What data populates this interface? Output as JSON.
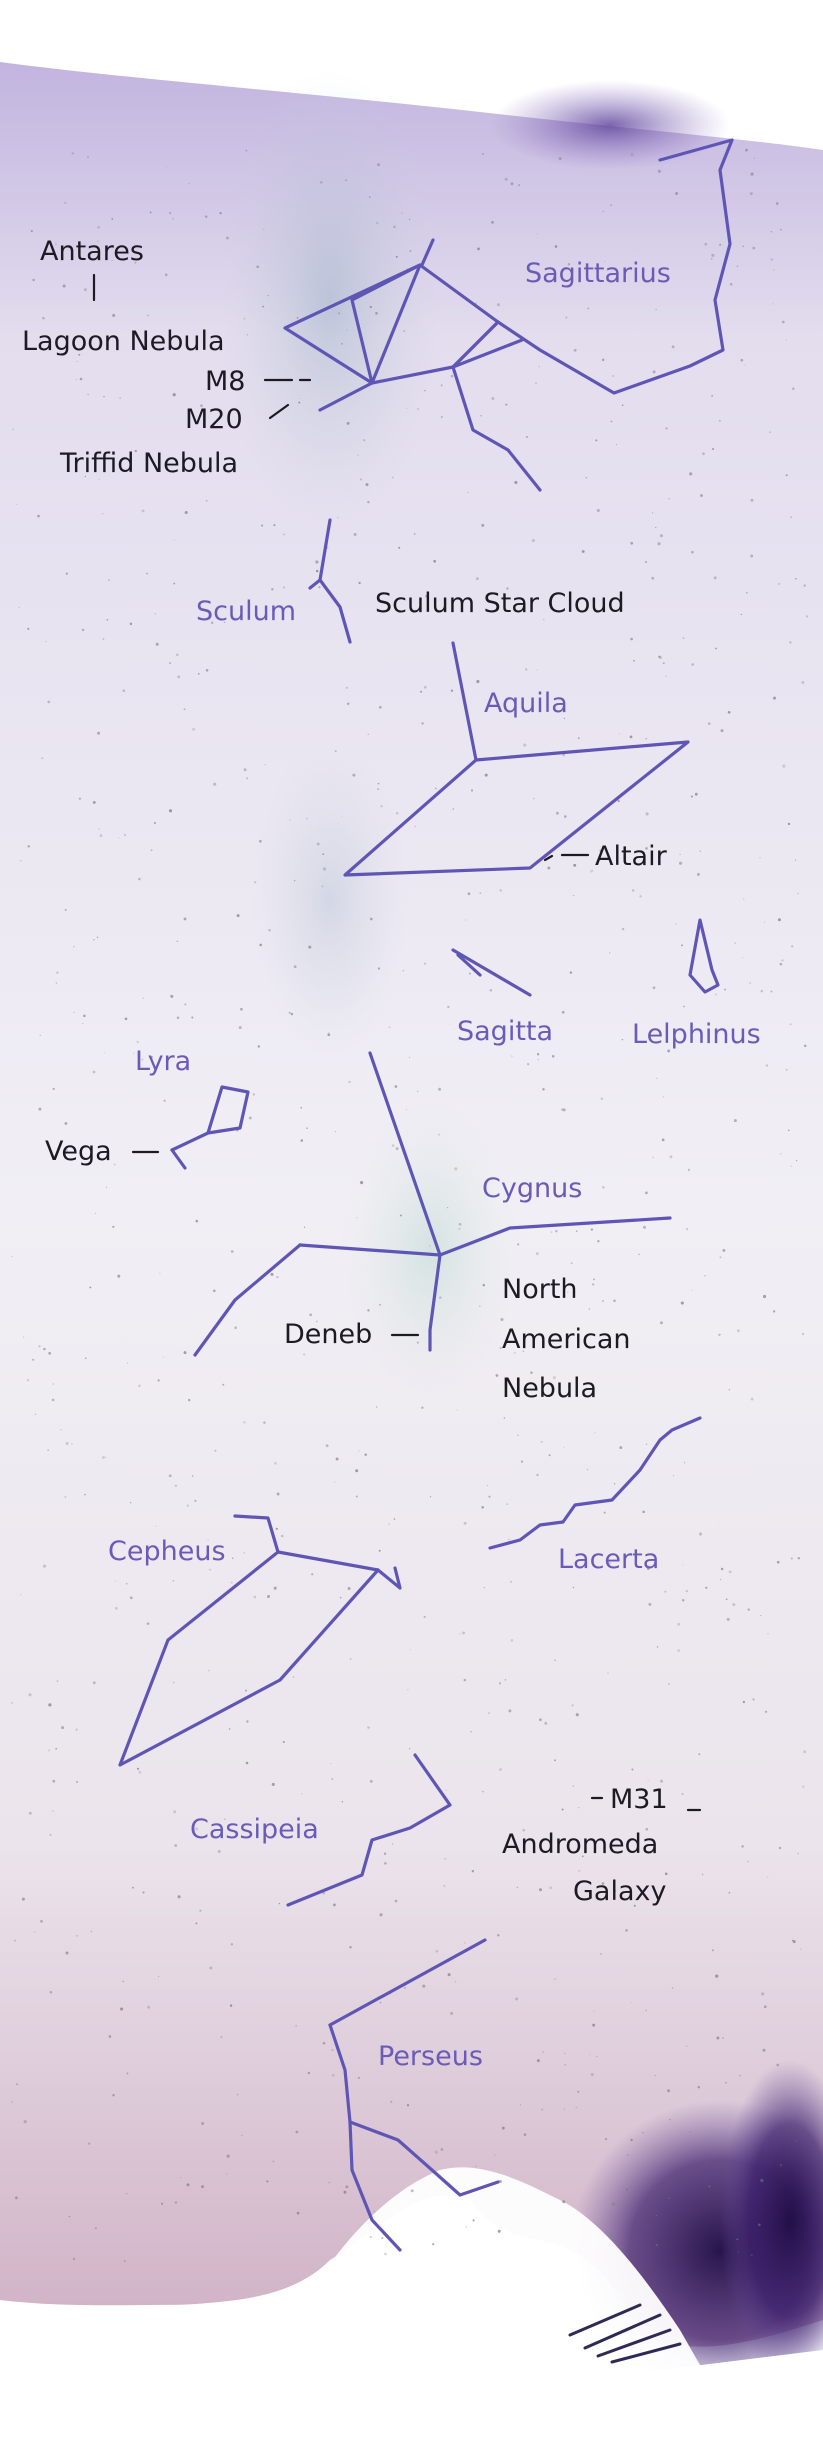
{
  "colors": {
    "sky_top": "#c9bde2",
    "sky_mid": "#efecf5",
    "sky_bottom": "#d8bcc8",
    "constellation_line": "#5f55b4",
    "constellation_label": "#6a5bb7",
    "object_label": "#1d1a24",
    "dark_edge": "#2a1450"
  },
  "constellations": {
    "sagittarius": "Sagittarius",
    "sculum": "Sculum",
    "aquila": "Aquila",
    "sagitta": "Sagitta",
    "lelphinus": "Lelphinus",
    "lyra": "Lyra",
    "cygnus": "Cygnus",
    "cepheus": "Cepheus",
    "lacerta": "Lacerta",
    "cassipeia": "Cassipeia",
    "perseus": "Perseus"
  },
  "objects": {
    "antares": "Antares",
    "lagoon": "Lagoon Nebula",
    "m8": "M8",
    "m20": "M20",
    "triffid": "Triffid Nebula",
    "sculum_cloud": "Sculum Star Cloud",
    "altair": "Altair",
    "vega": "Vega",
    "deneb": "Deneb",
    "north_american_1": "North",
    "north_american_2": "American",
    "north_american_3": "Nebula",
    "m31": "M31",
    "andromeda_1": "Andromeda",
    "andromeda_2": "Galaxy"
  }
}
